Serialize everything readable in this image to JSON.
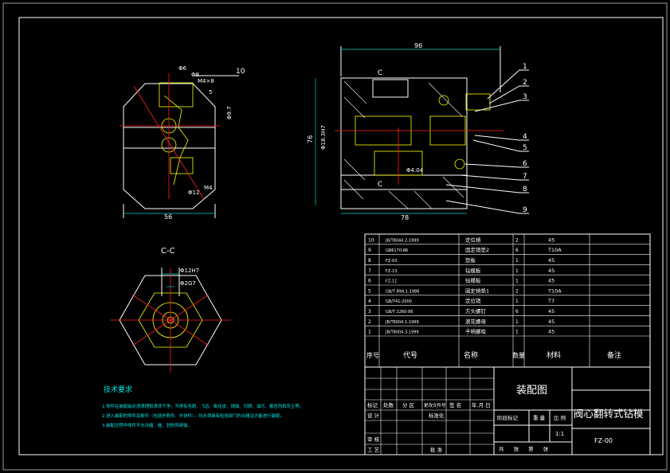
{
  "front_view": {
    "dims": [
      "Φ6",
      "Φ8",
      "M4×8",
      "Φ9.7",
      "5",
      "Φ12",
      "M4"
    ],
    "width_label": "56",
    "balloon": "10"
  },
  "side_view": {
    "section_mark": "C",
    "top_dim": "96",
    "height_dim": "76",
    "bore_dim": "Φ18.3H7",
    "hole_dim": "Φ4.04",
    "bottom_dim": "78",
    "balloons": [
      "1",
      "2",
      "3",
      "4",
      "5",
      "6",
      "7",
      "8",
      "9"
    ]
  },
  "section_view": {
    "title": "C-C",
    "dim1": "Φ12H7",
    "dim2": "Φ2G7"
  },
  "tech_req": {
    "title": "技术要求",
    "lines": [
      "1.零件在装配前必须清理和清洗干净，不得有毛刺、飞边、氧化皮、锈蚀、切屑、油污、着色剂和灰尘等。",
      "2.进入装配的零件及部件（包括外购件、外协件），均必须具有检验部门的合格证方能进行装配。",
      "3.装配过程中零件不允许磕、碰、划伤和锈蚀。"
    ]
  },
  "bom": {
    "rows": [
      {
        "no": "10",
        "code": "JB/T8044.2-1999",
        "name": "定位销",
        "qty": "2",
        "mat": "45",
        "note": ""
      },
      {
        "no": "9",
        "code": "GB6170-86",
        "name": "固定销垫2",
        "qty": "6",
        "mat": "T10A",
        "note": ""
      },
      {
        "no": "8",
        "code": "FZ-03",
        "name": "垫板",
        "qty": "1",
        "mat": "45",
        "note": ""
      },
      {
        "no": "7",
        "code": "FZ-13",
        "name": "钻模板",
        "qty": "1",
        "mat": "45",
        "note": ""
      },
      {
        "no": "6",
        "code": "FZ-11",
        "name": "钻模板",
        "qty": "1",
        "mat": "45",
        "note": ""
      },
      {
        "no": "5",
        "code": "GB/T 894.1-1986",
        "name": "固定销垫1",
        "qty": "2",
        "mat": "T10A",
        "note": ""
      },
      {
        "no": "4",
        "code": "GB/T41-2000",
        "name": "定位销",
        "qty": "1",
        "mat": "T7",
        "note": ""
      },
      {
        "no": "3",
        "code": "GB/T 2260-86",
        "name": "方头螺钉",
        "qty": "6",
        "mat": "45",
        "note": ""
      },
      {
        "no": "2",
        "code": "JB/T8004.1-1999",
        "name": "滚花螺母",
        "qty": "1",
        "mat": "45",
        "note": ""
      },
      {
        "no": "1",
        "code": "JB/T8004.3-1999",
        "name": "手柄螺栓",
        "qty": "1",
        "mat": "45",
        "note": ""
      }
    ],
    "header": {
      "no": "序号",
      "code": "代号",
      "name": "名称",
      "qty": "数量",
      "mat": "材料",
      "note": "备注"
    }
  },
  "title_block": {
    "drawing_name": "装配图",
    "product_name": "阀心翻转式钻模",
    "drawing_no": "FZ-00",
    "scale_value": "1:1",
    "labels": {
      "mark": "标记",
      "count": "处数",
      "zone": "分 区",
      "change_doc": "更改文件号",
      "sign": "签 名",
      "date": "年.月.日",
      "design": "设 计",
      "standardize": "标准化",
      "stage_mark": "阶段标记",
      "weight": "重 量",
      "scale": "比 例",
      "review": "审 核",
      "process": "工 艺",
      "approve": "批 准",
      "sheets": "共 张 第 张"
    }
  }
}
